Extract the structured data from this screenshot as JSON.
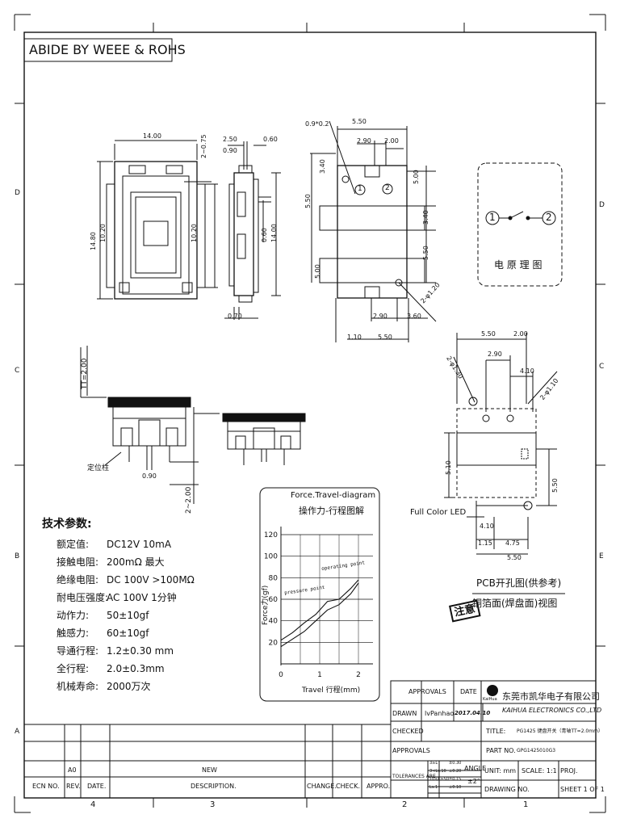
{
  "header_box": "ABIDE BY WEEE & ROHS",
  "zone_letters": {
    "d": "D",
    "c": "C",
    "b": "B",
    "a": "A",
    "e": "E"
  },
  "zone_numbers": {
    "n4": "4",
    "n3": "3",
    "n2": "2",
    "n1": "1"
  },
  "top_view_dims": {
    "w": "14.00",
    "tab": "2~0.75",
    "h_outer": "14.80",
    "h_inner": "10.20",
    "h_right": "10.20"
  },
  "side_view_dims": {
    "d250": "2.50",
    "d090": "0.90",
    "d060": "0.60",
    "d060b": "0.60",
    "d1400": "14.00",
    "d070": "0.70"
  },
  "pin_view_dims": {
    "hole": "0.9*0.2",
    "d550": "5.50",
    "d290": "2.90",
    "d200": "2.00",
    "d340": "3.40",
    "d500": "5.00",
    "d340b": "3.40",
    "d550r": "5.50",
    "d550l": "5.50",
    "d500l": "5.00",
    "d290b": "2.90",
    "d360": "3.60",
    "d110": "1.10",
    "d550b": "5.50",
    "phi": "2-φ1.20",
    "p1": "1",
    "p2": "2"
  },
  "schematic": {
    "p1": "1",
    "p2": "2",
    "caption": "电 原 理 图"
  },
  "travel_dims": {
    "tt": "TT=2.00",
    "d090": "0.90",
    "d200": "2~2.00",
    "locate": "定位柱"
  },
  "pcb_layout": {
    "d550": "5.50",
    "d200": "2.00",
    "d290": "2.90",
    "phi130": "2-φ1.30",
    "d410": "4.10",
    "phi110": "2-φ1.10",
    "d510": "5.10",
    "d550v": "5.50",
    "led": "Full Color LED",
    "d410b": "4.10",
    "d115": "1.15",
    "d475": "4.75",
    "d550b": "5.50",
    "title": "PCB开孔图(供参考)",
    "note": "注意",
    "subtitle": "铜箔面(焊盘面)视图"
  },
  "specs": {
    "title": "技术参数:",
    "rows": [
      {
        "label": "额定值:",
        "value": "DC12V  10mA"
      },
      {
        "label": "接触电阻:",
        "value": "200mΩ 最大"
      },
      {
        "label": "绝缘电阻:",
        "value": "DC 100V  >100MΩ"
      },
      {
        "label": "耐电压强度:",
        "value": "AC 100V  1分钟"
      },
      {
        "label": "动作力:",
        "value": "50±10gf"
      },
      {
        "label": "触感力:",
        "value": "60±10gf"
      },
      {
        "label": "导通行程:",
        "value": "1.2±0.30 mm"
      },
      {
        "label": "全行程:",
        "value": "2.0±0.3mm"
      },
      {
        "label": "机械寿命:",
        "value": "2000万次"
      }
    ]
  },
  "chart_data": {
    "type": "line",
    "title": "Force.Travel-diagram",
    "subtitle": "操作力-行程图解",
    "xlabel": "Travel 行程(mm)",
    "ylabel": "Force力(gf)",
    "xlim": [
      0,
      2
    ],
    "ylim": [
      0,
      120
    ],
    "x_ticks": [
      "0",
      "1",
      "2"
    ],
    "y_ticks": [
      "20",
      "40",
      "60",
      "80",
      "100",
      "120"
    ],
    "grid": true,
    "annotations": [
      "pressure point",
      "operating point"
    ],
    "series": [
      {
        "x": [
          0,
          0.3,
          0.6,
          0.9,
          1.2,
          1.5,
          1.8,
          2.0
        ],
        "y": [
          22,
          29,
          38,
          46,
          58,
          60,
          70,
          78
        ]
      },
      {
        "x": [
          0,
          0.3,
          0.6,
          0.9,
          1.2,
          1.5,
          1.8,
          2.0
        ],
        "y": [
          16,
          23,
          30,
          40,
          50,
          55,
          65,
          75
        ]
      }
    ]
  },
  "title_block": {
    "approvals_hdr": "APPROVALS",
    "date_hdr": "DATE",
    "company_cn": "东莞市凯华电子有限公司",
    "company_en": "KAIHUA ELECTRONICS CO.,LTD",
    "logo_text": "KaiHua",
    "drawn_lbl": "DRAWN",
    "drawn_by": "lvPanhao",
    "drawn_date": "2017.04.10",
    "checked_lbl": "CHECKED",
    "title_lbl": "TITLE:",
    "title_val": "PG1425 键盘开关（青轴TT=2.0mm）",
    "approvals_lbl": "APPROVALS",
    "part_lbl": "PART NO.",
    "part_val": "GPG1425010G3",
    "tolerances_lbl": "TOLERANCES ARE",
    "tol_rows": [
      {
        "range": "3≥L",
        "value": "±0.30"
      },
      {
        "range": "3<L≥10",
        "value": "±0.20"
      },
      {
        "range": "10<L≥50",
        "value": "±0.15"
      },
      {
        "range": "L≥1",
        "value": "±0.10"
      }
    ],
    "angle_lbl": "ANGLE",
    "angle_val": "±2°",
    "unit_lbl": "UNIT: mm",
    "scale_lbl": "SCALE: 1:1",
    "proj_lbl": "PROJ.",
    "drawing_lbl": "DRAWING NO.",
    "sheet_lbl": "SHEET  1  OF  1"
  },
  "revision_block": {
    "rev_code": "A0",
    "description": "NEW",
    "headers": [
      "ECN NO.",
      "REV.",
      "DATE.",
      "DESCRIPTION.",
      "CHANGE.",
      "CHECK.",
      "APPRO."
    ]
  }
}
